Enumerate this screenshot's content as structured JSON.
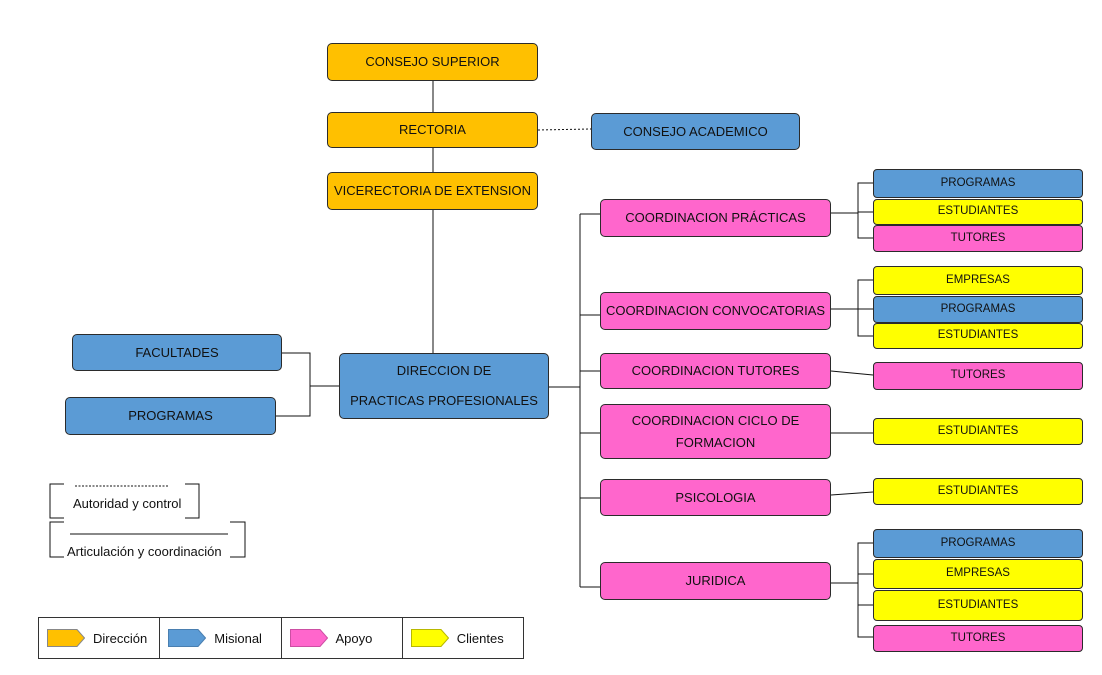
{
  "nodes": {
    "consejo_superior": "CONSEJO SUPERIOR",
    "rectoria": "RECTORIA",
    "consejo_academico": "CONSEJO ACADEMICO",
    "vicerrectoria": "VICERECTORIA DE EXTENSION",
    "direccion_l1": "DIRECCION DE",
    "direccion_l2": "PRACTICAS PROFESIONALES",
    "facultades": "FACULTADES",
    "programas_left": "PROGRAMAS",
    "coord_practicas": "COORDINACION PRÁCTICAS",
    "coord_convocatorias": "COORDINACION CONVOCATORIAS",
    "coord_tutores": "COORDINACION TUTORES",
    "coord_ciclo_l1": "COORDINACION CICLO DE",
    "coord_ciclo_l2": "FORMACION",
    "psicologia": "PSICOLOGIA",
    "juridica": "JURIDICA"
  },
  "leaves": {
    "practicas": [
      "PROGRAMAS",
      "ESTUDIANTES",
      "TUTORES"
    ],
    "convocatorias": [
      "EMPRESAS",
      "PROGRAMAS",
      "ESTUDIANTES"
    ],
    "tutores": [
      "TUTORES"
    ],
    "ciclo": [
      "ESTUDIANTES"
    ],
    "psicologia": [
      "ESTUDIANTES"
    ],
    "juridica": [
      "PROGRAMAS",
      "EMPRESAS",
      "ESTUDIANTES",
      "TUTORES"
    ]
  },
  "line_notes": {
    "autoridad": "Autoridad y control",
    "articulacion": "Articulación y coordinación"
  },
  "legend": [
    {
      "label": "Dirección",
      "color": "#FFC000"
    },
    {
      "label": "Misional",
      "color": "#5B9BD5"
    },
    {
      "label": "Apoyo",
      "color": "#FF66CC"
    },
    {
      "label": "Clientes",
      "color": "#FFFF00"
    }
  ]
}
